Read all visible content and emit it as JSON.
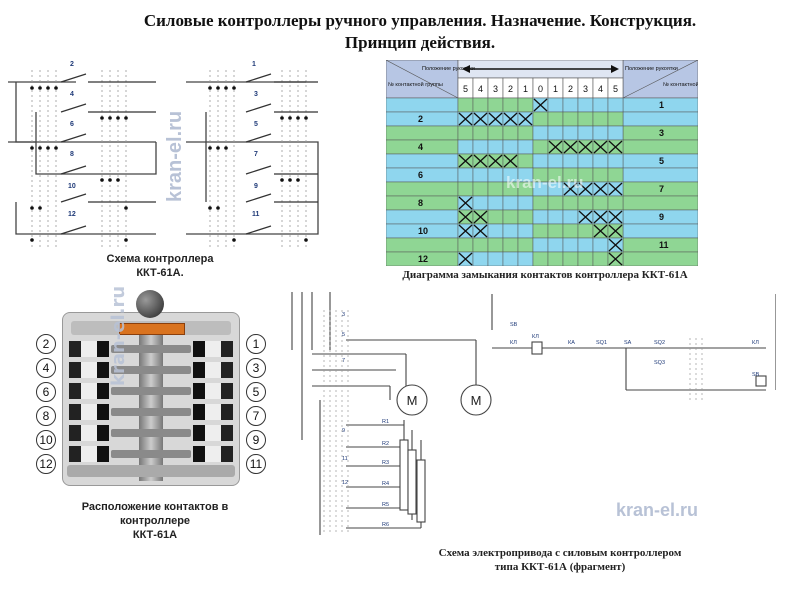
{
  "title": {
    "line1": "Силовые контроллеры ручного управления. Назначение. Конструкция.",
    "line2": "Принцип действия."
  },
  "scheme": {
    "caption_line1": "Схема контроллера",
    "caption_line2": "ККТ-61А.",
    "left_labels": [
      "2",
      "4",
      "6",
      "8",
      "10",
      "12"
    ],
    "right_labels": [
      "1",
      "3",
      "5",
      "7",
      "9",
      "11"
    ],
    "watermark": "kran-el.ru"
  },
  "diagram": {
    "caption": "Диаграмма замыкания контактов контроллера ККТ-61А",
    "header_left": "Положение рукоятки",
    "header_left_sub": "№ контактной группы",
    "header_right": "Положение рукоятки",
    "header_right_sub": "№ контактной группы",
    "positions": [
      "5",
      "4",
      "3",
      "2",
      "1",
      "0",
      "1",
      "2",
      "3",
      "4",
      "5"
    ],
    "left_groups": [
      "2",
      "4",
      "6",
      "8",
      "10",
      "12"
    ],
    "right_groups": [
      "1",
      "3",
      "5",
      "7",
      "9",
      "11"
    ],
    "watermark": "kran-el.ru",
    "crosses": [
      [
        5
      ],
      [
        0,
        1,
        2,
        3,
        4
      ],
      [],
      [
        6,
        7,
        8,
        9,
        10
      ],
      [
        0,
        1,
        2,
        3
      ],
      [],
      [
        7,
        8,
        9,
        10
      ],
      [
        0
      ],
      [
        0,
        1,
        8,
        9,
        10
      ],
      [
        0,
        1,
        9,
        10
      ],
      [
        10
      ],
      [
        0,
        10
      ]
    ]
  },
  "layout_photo": {
    "caption_line1": "Расположение контактов в",
    "caption_line2": "контроллере",
    "caption_line3": "ККТ-61А",
    "left_labels": [
      "2",
      "4",
      "6",
      "8",
      "10",
      "12"
    ],
    "right_labels": [
      "1",
      "3",
      "5",
      "7",
      "9",
      "11"
    ],
    "watermark": "kran-el.ru"
  },
  "circuit": {
    "caption_line1": "Схема электропривода с силовым контроллером",
    "caption_line2": "типа ККТ-61А (фрагмент)",
    "motor1": "M",
    "motor2": "M",
    "resistors": [
      "R1",
      "R2",
      "R3",
      "R4",
      "R5",
      "R6"
    ],
    "labels": [
      "SB",
      "КЛ",
      "КЛ",
      "КА",
      "SQ1",
      "SA",
      "SQ2",
      "SQ3",
      "КЛ",
      "SB"
    ],
    "contact_nums": [
      "3",
      "5",
      "7",
      "9",
      "11",
      "12"
    ],
    "watermark": "kran-el.ru"
  },
  "colors": {
    "green": "#8fd694",
    "cyan": "#8fd6ee",
    "header": "#b7c6e4",
    "line": "#333333"
  }
}
